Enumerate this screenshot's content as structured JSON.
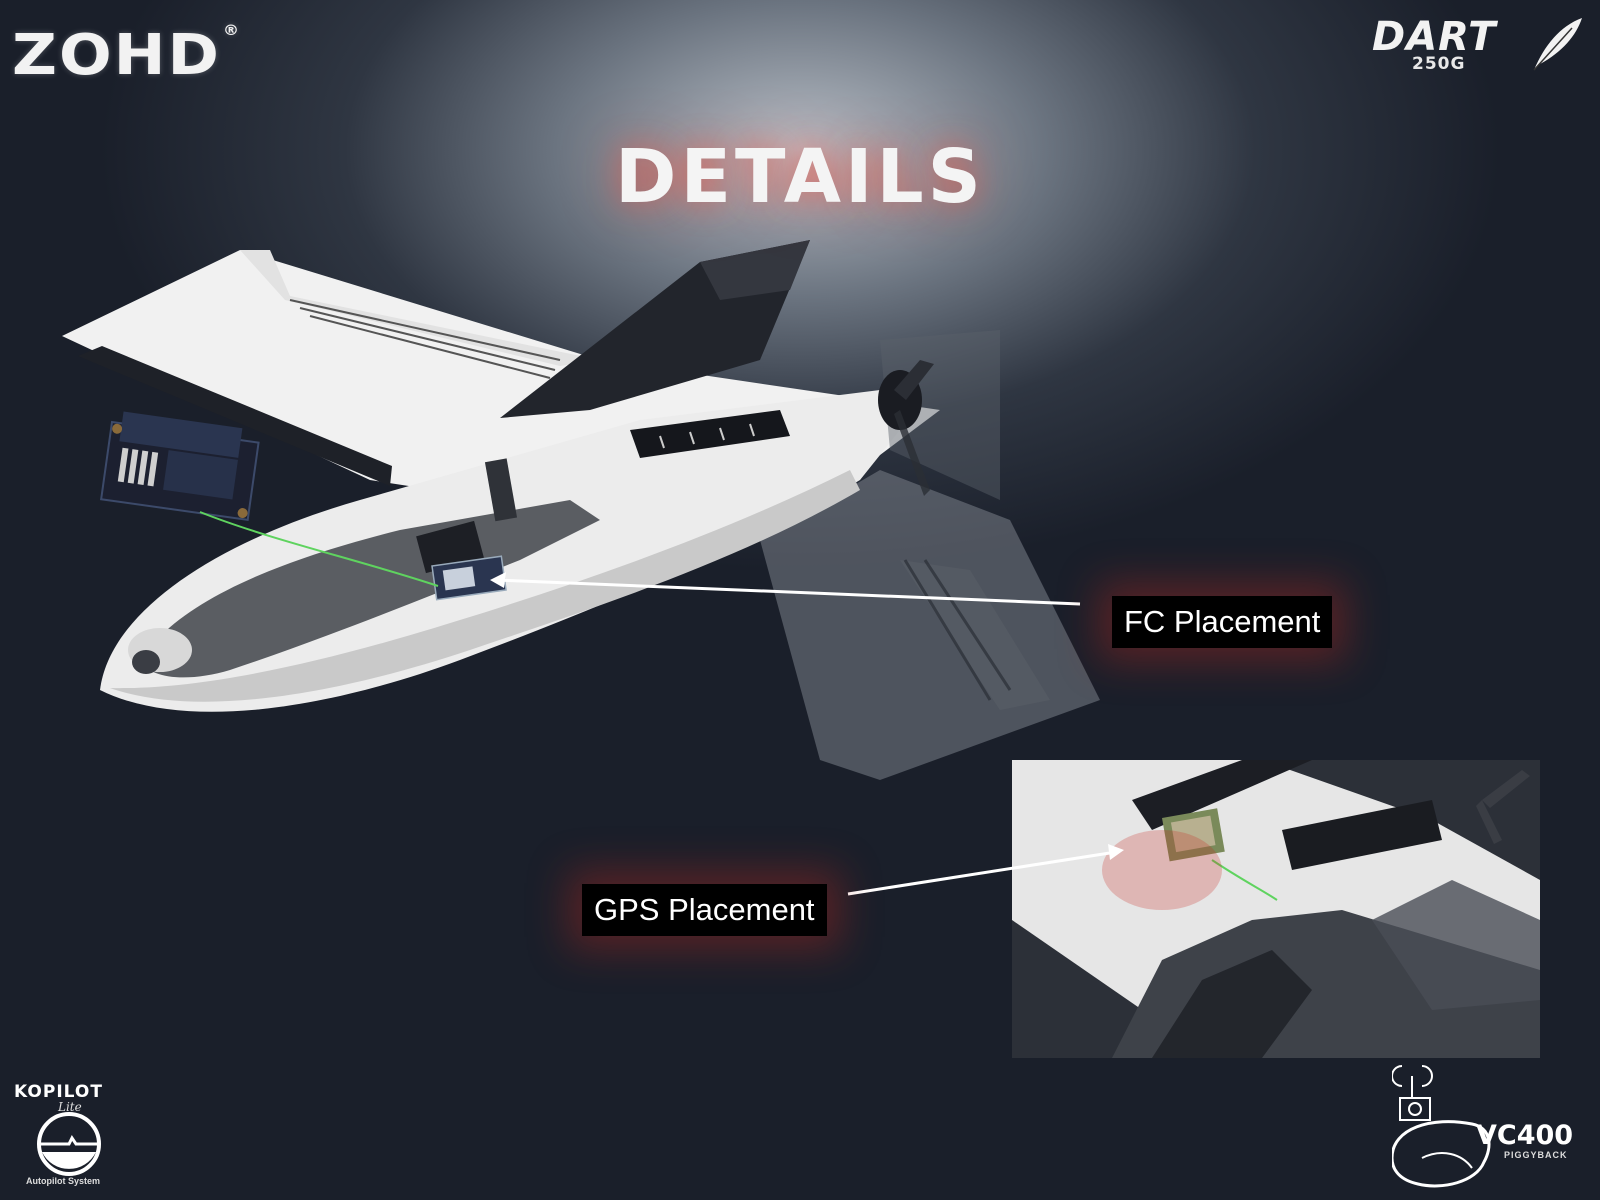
{
  "brand": {
    "left_logo": "ZOHD",
    "left_mark": "®",
    "right_logo": "DART",
    "right_logo_sub": "250G"
  },
  "title": "DETAILS",
  "callouts": {
    "fc": "FC Placement",
    "gps": "GPS Placement"
  },
  "badges": {
    "kopilot": "KOPILOT",
    "kopilot_sub": "Lite",
    "kopilot_caption": "Autopilot System",
    "vc": "VC400",
    "vc_sub": "PIGGYBACK"
  },
  "colors": {
    "accent_glow": "#c8281e",
    "label_bg": "#000000",
    "wire": "#5fd35f"
  }
}
